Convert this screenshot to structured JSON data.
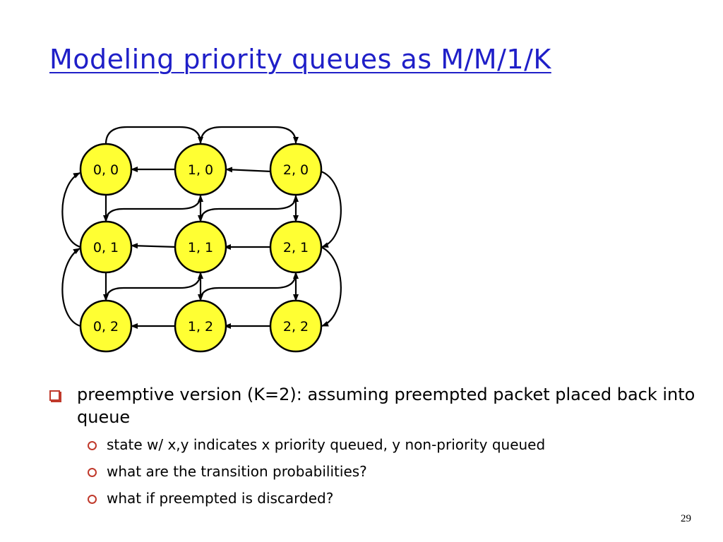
{
  "slide": {
    "title": "Modeling priority queues as M/M/1/K",
    "page_number": "29"
  },
  "diagram": {
    "nodes": [
      {
        "id": "n00",
        "label": "0, 0"
      },
      {
        "id": "n10",
        "label": "1, 0"
      },
      {
        "id": "n20",
        "label": "2, 0"
      },
      {
        "id": "n01",
        "label": "0, 1"
      },
      {
        "id": "n11",
        "label": "1, 1"
      },
      {
        "id": "n21",
        "label": "2, 1"
      },
      {
        "id": "n02",
        "label": "0, 2"
      },
      {
        "id": "n12",
        "label": "1, 2"
      },
      {
        "id": "n22",
        "label": "2, 2"
      }
    ],
    "node_fill": "#ffff33",
    "edge_color": "#000000"
  },
  "bullets": {
    "main": "preemptive version (K=2): assuming preempted packet placed back into queue",
    "sub": [
      "state w/ x,y indicates x priority queued, y non-priority queued",
      "what are the transition probabilities?",
      "what if preempted is discarded?"
    ],
    "marker_color": "#c0392b"
  }
}
